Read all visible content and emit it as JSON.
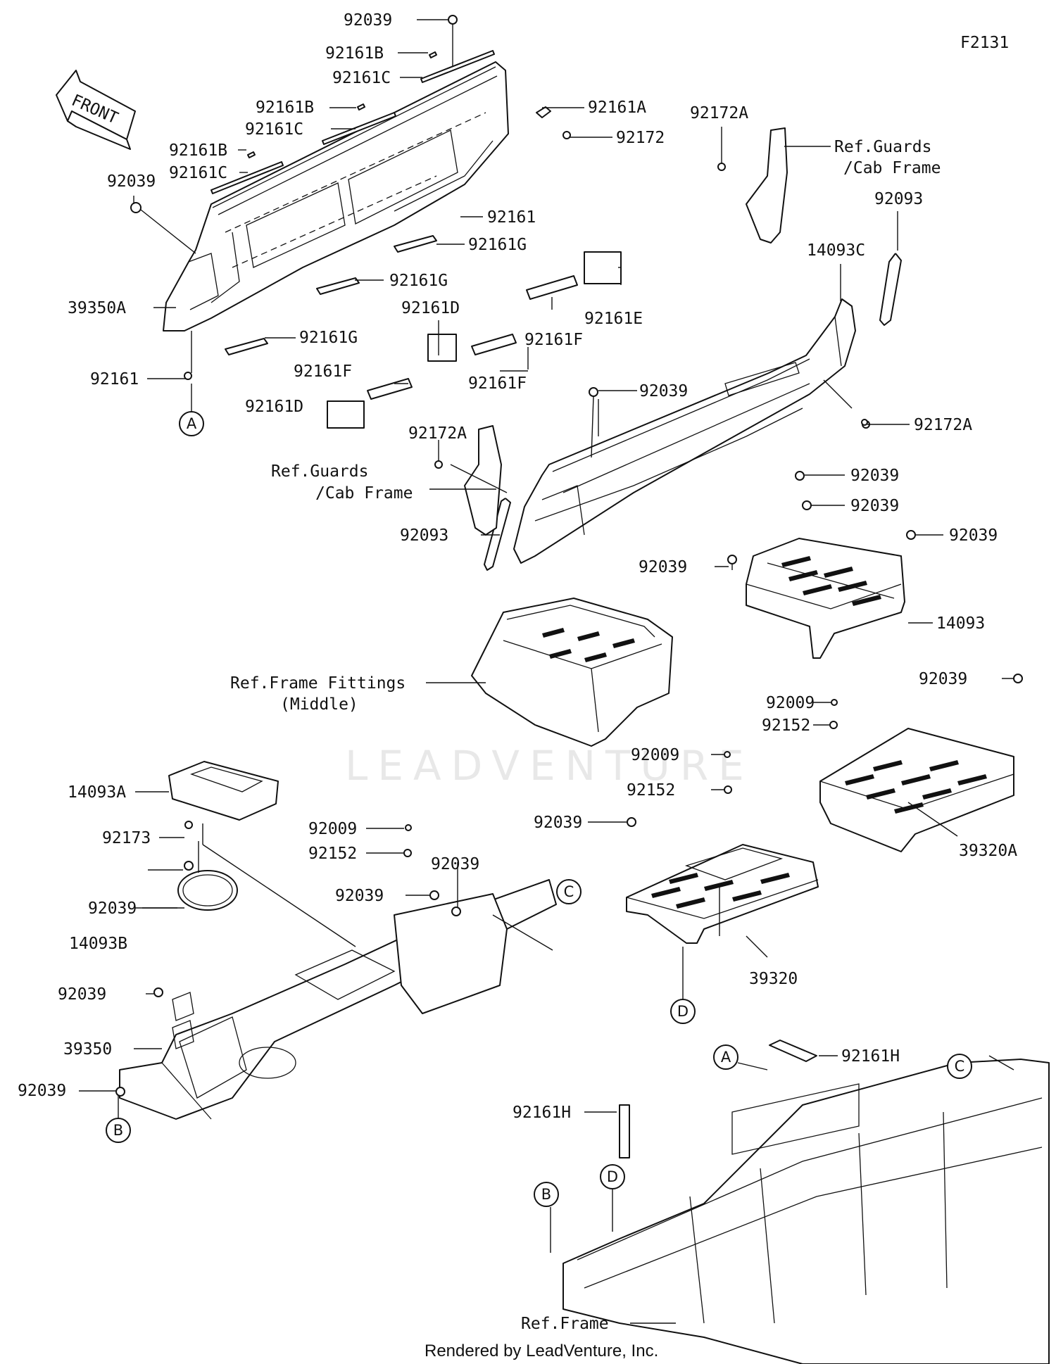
{
  "figure_code": "F2131",
  "front_arrow": {
    "text": "FRONT"
  },
  "watermark": "LEADVENTURE",
  "footer": "Rendered by LeadVenture, Inc.",
  "callouts": {
    "A": "A",
    "B": "B",
    "C": "C",
    "D": "D"
  },
  "part_numbers": {
    "p92039": "92039",
    "p92161": "92161",
    "p92161A": "92161A",
    "p92161B": "92161B",
    "p92161C": "92161C",
    "p92161D": "92161D",
    "p92161E": "92161E",
    "p92161F": "92161F",
    "p92161G": "92161G",
    "p92161H": "92161H",
    "p92172": "92172",
    "p92172A": "92172A",
    "p92093": "92093",
    "p92009": "92009",
    "p92152": "92152",
    "p92173": "92173",
    "p14093": "14093",
    "p14093A": "14093A",
    "p14093B": "14093B",
    "p14093C": "14093C",
    "p39320": "39320",
    "p39320A": "39320A",
    "p39350": "39350",
    "p39350A": "39350A"
  },
  "references": {
    "guards_line1": "Ref.Guards",
    "guards_line2": "/Cab Frame",
    "fittings_line1": "Ref.Frame Fittings",
    "fittings_line2": "(Middle)",
    "frame": "Ref.Frame"
  }
}
